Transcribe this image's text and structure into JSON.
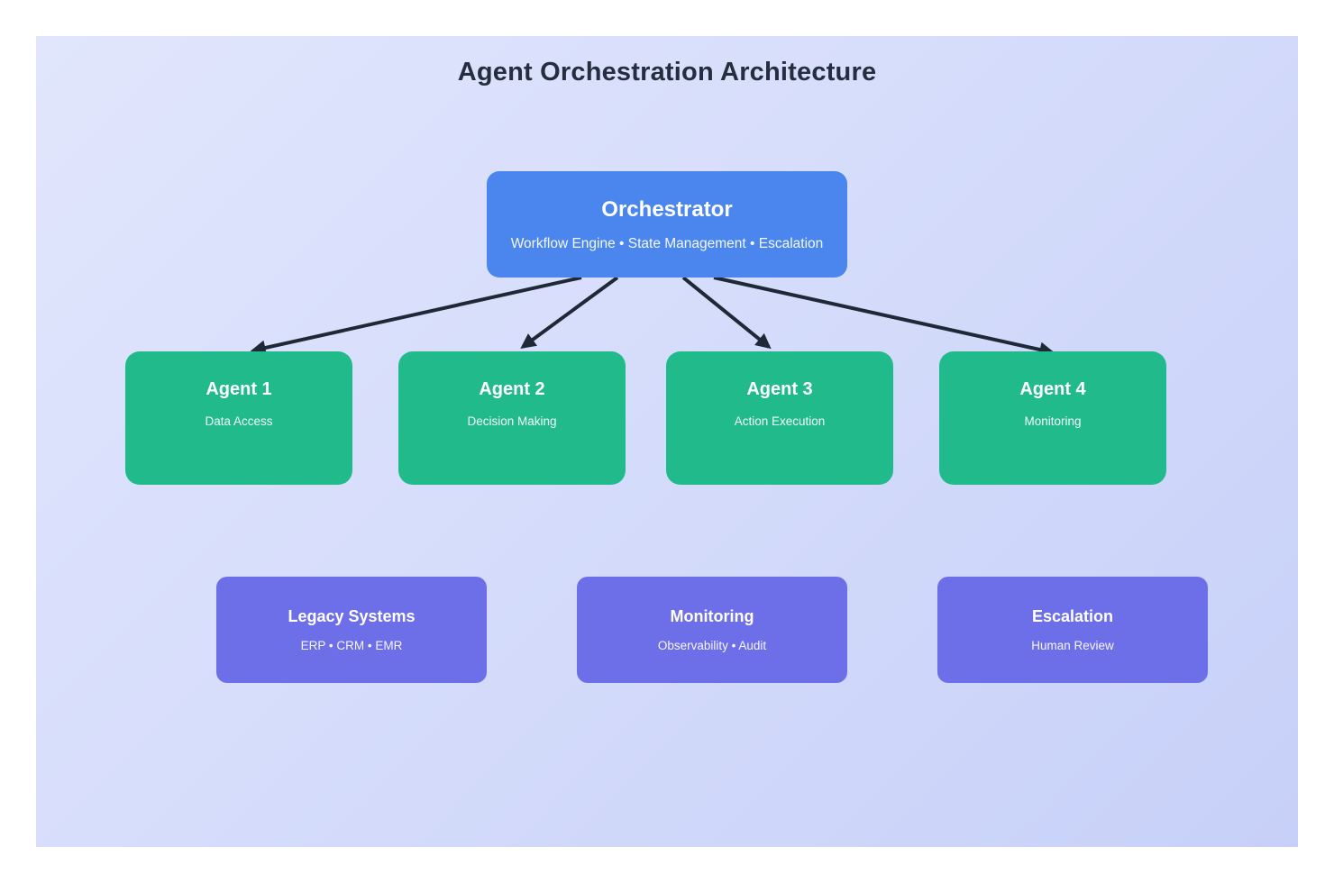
{
  "title": "Agent Orchestration Architecture",
  "orchestrator": {
    "title": "Orchestrator",
    "subtitle": "Workflow Engine • State Management • Escalation"
  },
  "agents": [
    {
      "title": "Agent 1",
      "subtitle": "Data Access"
    },
    {
      "title": "Agent 2",
      "subtitle": "Decision Making"
    },
    {
      "title": "Agent 3",
      "subtitle": "Action Execution"
    },
    {
      "title": "Agent 4",
      "subtitle": "Monitoring"
    }
  ],
  "support_systems": [
    {
      "title": "Legacy Systems",
      "subtitle": "ERP • CRM • EMR"
    },
    {
      "title": "Monitoring",
      "subtitle": "Observability • Audit"
    },
    {
      "title": "Escalation",
      "subtitle": "Human Review"
    }
  ],
  "colors": {
    "page_background": "#ffffff",
    "panel_gradient_start": "#e1e6fc",
    "panel_gradient_end": "#c7d0f8",
    "orchestrator_box": "#4a86ee",
    "agent_box": "#21ba8b",
    "support_box": "#6d6fe9",
    "arrow": "#1e2836",
    "title_text": "#232e3f",
    "box_text": "#ffffff"
  }
}
